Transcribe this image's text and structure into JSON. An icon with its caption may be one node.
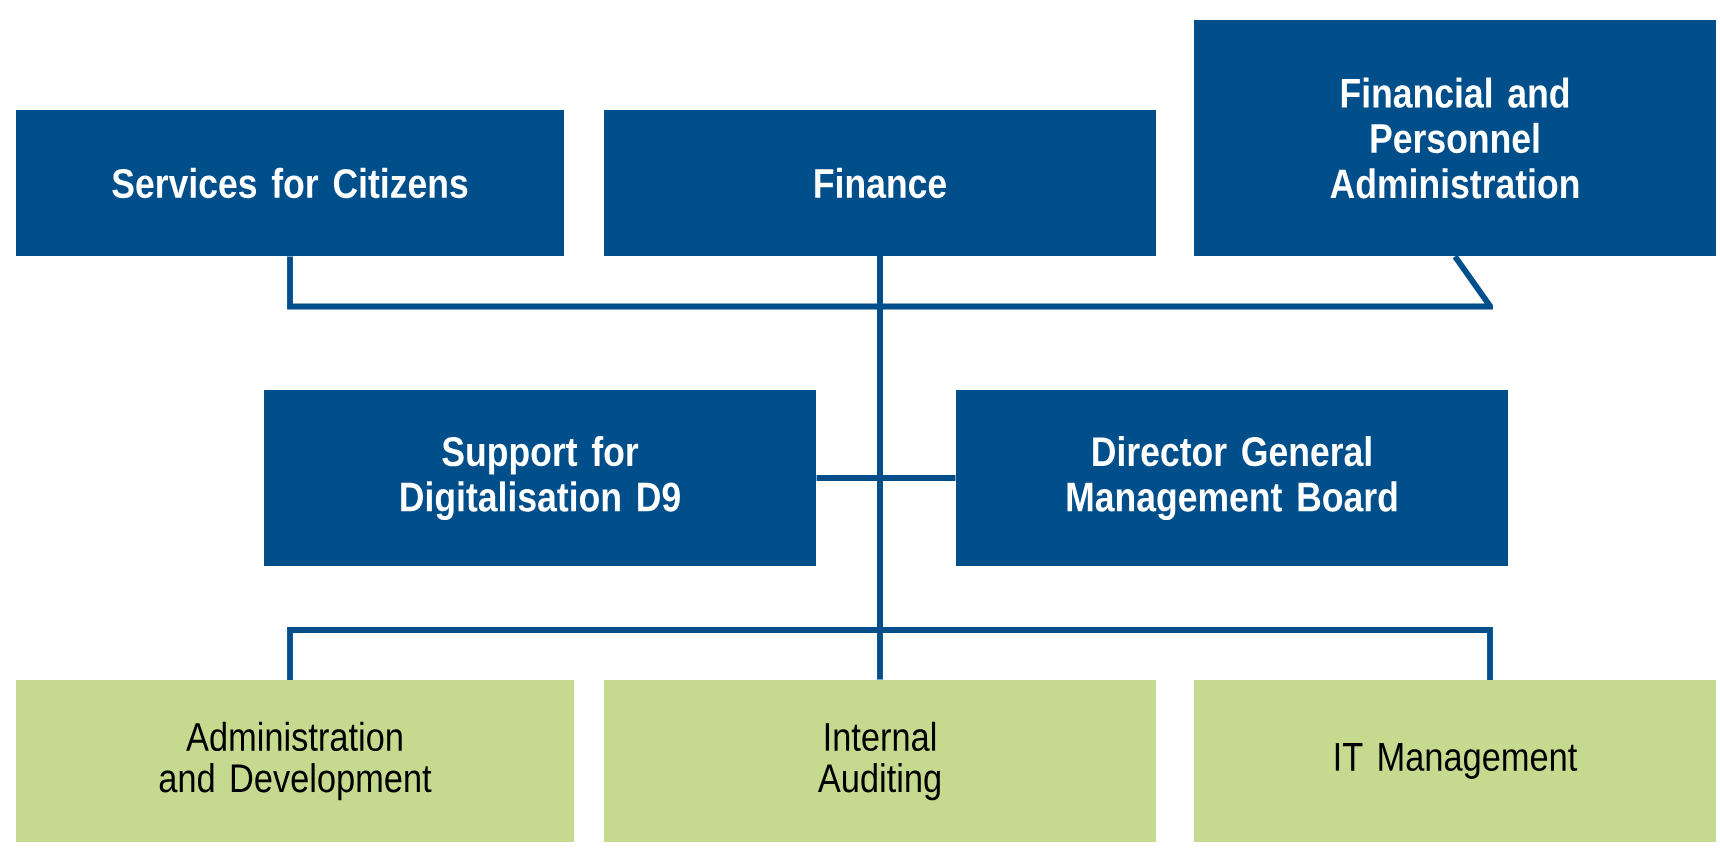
{
  "diagram": {
    "nodes": [
      {
        "text": [
          "Services for Citizens"
        ]
      },
      {
        "text": [
          "Finance"
        ]
      },
      {
        "text": [
          "Financial and Personnel Administration"
        ]
      },
      {
        "text": [
          "Support for Digitalisation D9"
        ]
      },
      {
        "text": [
          "Director General Management Board"
        ]
      },
      {
        "text": [
          "Administration and Development"
        ]
      },
      {
        "text": [
          "Internal Auditing"
        ]
      },
      {
        "text": [
          "IT Management"
        ]
      }
    ],
    "edges": [
      {
        "from": 1,
        "to": 0,
        "arrow": "none"
      },
      {
        "from": 1,
        "to": 2,
        "arrow": "none"
      },
      {
        "from": 1,
        "to": 3,
        "arrow": "none"
      },
      {
        "from": 1,
        "to": 4,
        "arrow": "none"
      },
      {
        "from": 1,
        "to": 5,
        "arrow": "none"
      },
      {
        "from": 1,
        "to": 6,
        "arrow": "none"
      },
      {
        "from": 1,
        "to": 7,
        "arrow": "none"
      }
    ]
  }
}
